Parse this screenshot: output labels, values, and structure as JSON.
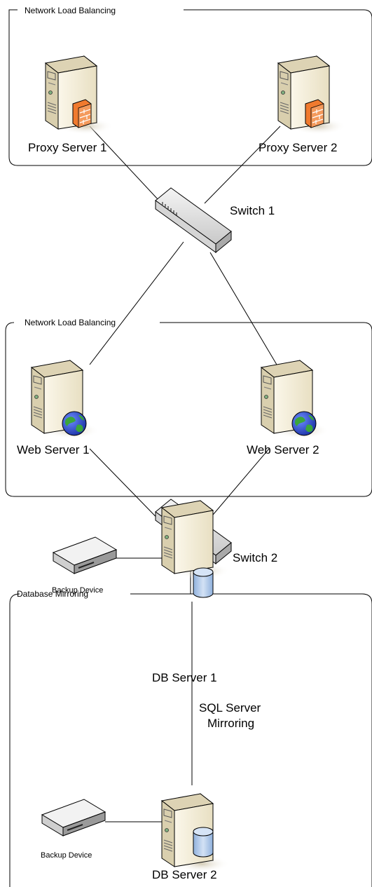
{
  "groups": {
    "proxy_nlb": "Network Load Balancing",
    "web_nlb": "Network Load Balancing",
    "db_mirror": "Database Mirroring"
  },
  "nodes": {
    "proxy1": "Proxy Server 1",
    "proxy2": "Proxy Server 2",
    "switch1": "Switch 1",
    "web1": "Web Server 1",
    "web2": "Web Server 2",
    "switch2": "Switch 2",
    "db1": "DB Server 1",
    "db2": "DB Server 2",
    "backup1": "Backup Device",
    "backup2": "Backup Device"
  },
  "link_labels": {
    "mirroring_line1": "SQL Server",
    "mirroring_line2": "Mirroring"
  },
  "colors": {
    "server_front": "#f1ead3",
    "server_side": "#bcb393",
    "firewall": "#f07a2e",
    "globe_blue": "#2d4fd6",
    "globe_green": "#3ba63b",
    "db_cylinder": "#b4cbe8",
    "line": "#000000"
  }
}
